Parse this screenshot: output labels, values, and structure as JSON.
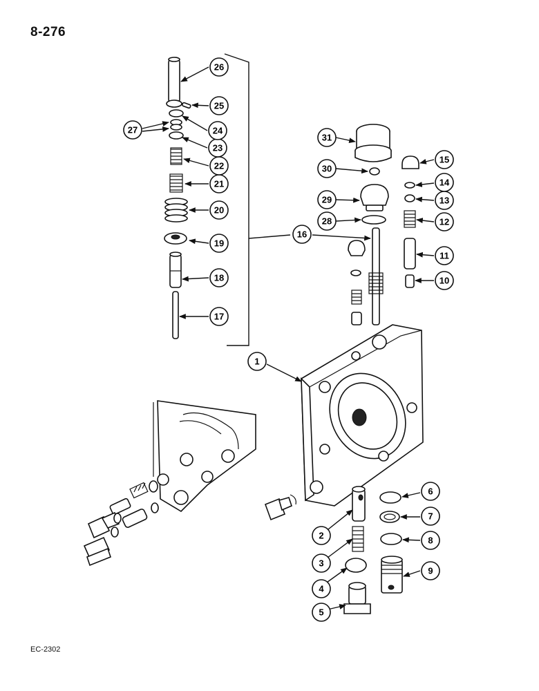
{
  "header": {
    "page_number": "8-276"
  },
  "footer": {
    "figure_code": "EC-2302"
  },
  "callouts": [
    {
      "num": "1"
    },
    {
      "num": "2"
    },
    {
      "num": "3"
    },
    {
      "num": "4"
    },
    {
      "num": "5"
    },
    {
      "num": "6"
    },
    {
      "num": "7"
    },
    {
      "num": "8"
    },
    {
      "num": "9"
    },
    {
      "num": "10"
    },
    {
      "num": "11"
    },
    {
      "num": "12"
    },
    {
      "num": "13"
    },
    {
      "num": "14"
    },
    {
      "num": "15"
    },
    {
      "num": "16"
    },
    {
      "num": "17"
    },
    {
      "num": "18"
    },
    {
      "num": "19"
    },
    {
      "num": "20"
    },
    {
      "num": "21"
    },
    {
      "num": "22"
    },
    {
      "num": "23"
    },
    {
      "num": "24"
    },
    {
      "num": "25"
    },
    {
      "num": "26"
    },
    {
      "num": "27"
    },
    {
      "num": "28"
    },
    {
      "num": "29"
    },
    {
      "num": "30"
    },
    {
      "num": "31"
    }
  ]
}
